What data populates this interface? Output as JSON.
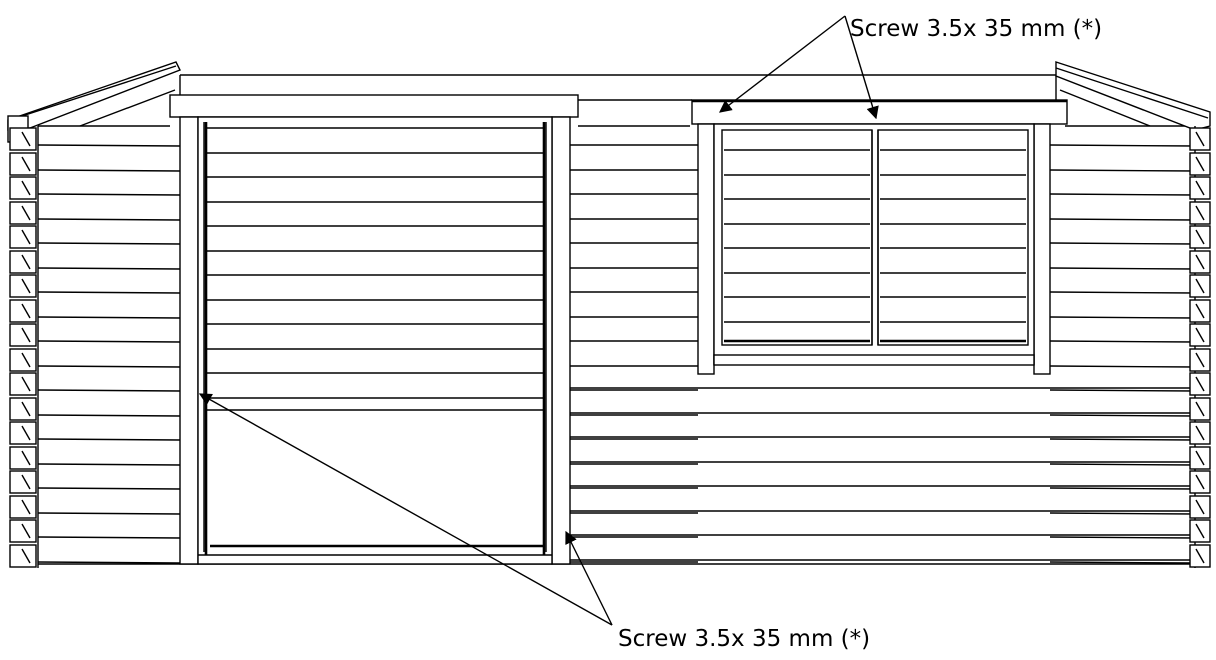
{
  "callouts": {
    "top_label": "Screw 3.5x 35 mm (*)",
    "bottom_label": "Screw 3.5x 35 mm (*)"
  },
  "colors": {
    "line": "#000000",
    "background": "#ffffff"
  },
  "icons": [
    "arrow-head"
  ]
}
